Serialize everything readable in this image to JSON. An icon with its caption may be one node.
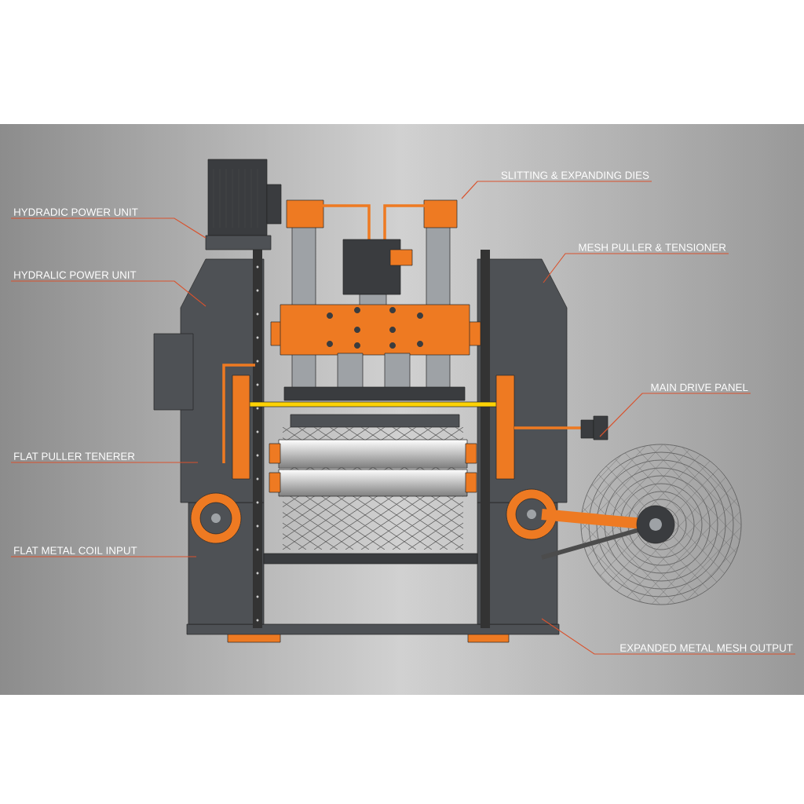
{
  "diagram": {
    "nodes": [
      {
        "text": [
          "HYDRADIC POWER UNIT"
        ]
      },
      {
        "text": [
          "HYDRALIC POWER UNIT"
        ]
      },
      {
        "text": [
          "SLITTING & EXPANDING DIES"
        ]
      },
      {
        "text": [
          "MESH PULLER & TENSIONER"
        ]
      },
      {
        "text": [
          "MAIN DRIVE PANEL"
        ]
      },
      {
        "text": [
          "FLAT PULLER TENERER"
        ]
      },
      {
        "text": [
          "FLAT METAL COIL INPUT"
        ]
      },
      {
        "text": [
          "EXPANDED METAL MESH OUTPUT"
        ]
      }
    ],
    "edges": [
      {
        "from": 0,
        "to": null,
        "arrow": "none"
      },
      {
        "from": 1,
        "to": null,
        "arrow": "none"
      },
      {
        "from": 2,
        "to": null,
        "arrow": "none"
      },
      {
        "from": 3,
        "to": null,
        "arrow": "none"
      },
      {
        "from": 4,
        "to": null,
        "arrow": "none"
      },
      {
        "from": 5,
        "to": null,
        "arrow": "none"
      },
      {
        "from": 6,
        "to": null,
        "arrow": "none"
      },
      {
        "from": 7,
        "to": null,
        "arrow": "none"
      }
    ]
  }
}
